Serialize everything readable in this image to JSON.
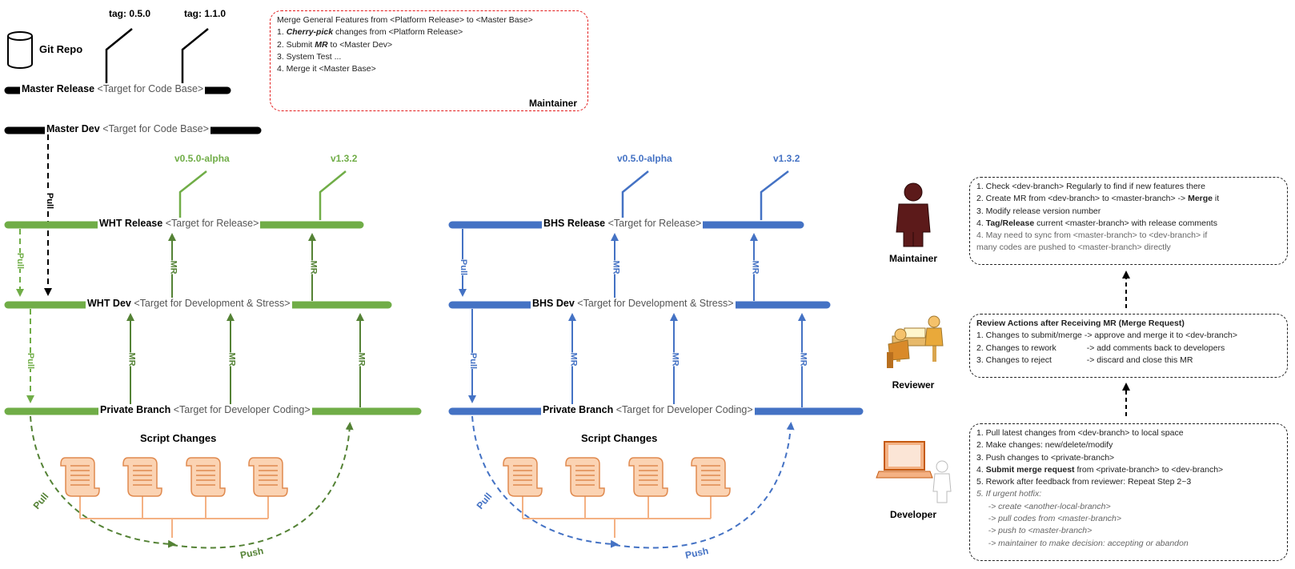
{
  "repo": {
    "label": "Git Repo"
  },
  "tags": {
    "t1": "tag: 0.5.0",
    "t2": "tag: 1.1.0"
  },
  "master_release": {
    "name": "Master Release",
    "sub": "<Target for Code Base>"
  },
  "master_dev": {
    "name": "Master Dev",
    "sub": "<Target for Code Base>"
  },
  "maintainer_box": {
    "lines": [
      "Merge General Features from <Platform Release> to <Master Base>",
      "1. ",
      "2. Submit ",
      "3. System Test ...",
      "4. Merge it <Master Base>"
    ],
    "l1_bold": "Cherry-pick",
    "l1_rest": " changes from <Platform Release>",
    "l2_bold": "MR",
    "l2_rest": " to <Master Dev>",
    "role": "Maintainer"
  },
  "wht": {
    "release": {
      "name": "WHT Release",
      "sub": "<Target for Release>"
    },
    "dev": {
      "name": "WHT Dev",
      "sub": "<Target for Development & Stress>"
    },
    "private": {
      "name": "Private Branch",
      "sub": "<Target for Developer Coding>"
    },
    "tag1": "v0.5.0-alpha",
    "tag2": "v1.3.2"
  },
  "bhs": {
    "release": {
      "name": "BHS Release",
      "sub": "<Target for Release>"
    },
    "dev": {
      "name": "BHS Dev",
      "sub": "<Target for Development & Stress>"
    },
    "private": {
      "name": "Private Branch",
      "sub": "<Target for Developer Coding>"
    },
    "tag1": "v0.5.0-alpha",
    "tag2": "v1.3.2"
  },
  "labels": {
    "pull": "Pull",
    "push": "Push",
    "mr": "MR",
    "script_changes": "Script Changes"
  },
  "roles": {
    "maintainer": {
      "label": "Maintainer",
      "lines": [
        "1. Check <dev-branch> Regularly to find if new features there",
        "2. Create MR from <dev-branch> to <master-branch> -> ",
        "3. Modify release version number",
        "4. ",
        "4. May need to sync from <master-branch> to <dev-branch> if",
        "many codes are pushed to <master-branch> directly"
      ],
      "l2_bold": "Merge",
      "l2_tail": " it",
      "l4_bold": "Tag/Release",
      "l4_rest": " current <master-branch> with release comments"
    },
    "reviewer": {
      "label": "Reviewer",
      "title": "Review Actions after Receiving MR (Merge Request)",
      "lines": [
        "1. Changes to submit/merge -> approve and merge it to <dev-branch>",
        "2. Changes to rework             -> add comments back to developers",
        "3. Changes to reject               -> discard and close this MR"
      ]
    },
    "developer": {
      "label": "Developer",
      "lines": [
        "1. Pull latest changes from <dev-branch> to local space",
        "2. Make changes: new/delete/modify",
        "3. Push changes to <private-branch>",
        "4. ",
        "5. Rework after feedback from reviewer: Repeat Step 2~3",
        "5. If urgent hotfix:",
        "     -> create <another-local-branch>",
        "     -> pull codes from <master-branch>",
        "     -> push to <master-branch>",
        "     -> maintainer to make decision: accepting or abandon"
      ],
      "l4_bold": "Submit merge request",
      "l4_rest": " from <private-branch> to <dev-branch>"
    }
  },
  "colors": {
    "green": "#70ad47",
    "dkgreen": "#548235",
    "blue": "#4472c4",
    "orange": "#f4b183",
    "red": "#e31b1b",
    "maroon": "#5c1a1a"
  }
}
